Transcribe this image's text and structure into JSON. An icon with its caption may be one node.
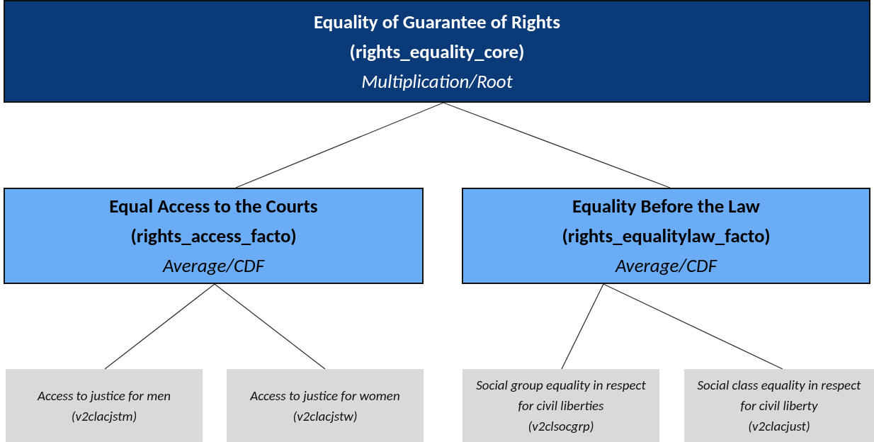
{
  "diagram": {
    "nodes": [
      {
        "text": [
          "Equality of Guarantee of Rights",
          "(rights_equality_core)",
          "Multiplication/Root"
        ]
      },
      {
        "text": [
          "Equal Access to the Courts",
          "(rights_access_facto)",
          "Average/CDF"
        ]
      },
      {
        "text": [
          "Equality Before the Law",
          "(rights_equalitylaw_facto)",
          "Average/CDF"
        ]
      },
      {
        "text": [
          "Access to justice for men",
          "(v2clacjstm)"
        ]
      },
      {
        "text": [
          "Access to justice for women",
          "(v2clacjstw)"
        ]
      },
      {
        "text": [
          "Social group equality in respect for civil liberties",
          "(v2clsocgrp)"
        ]
      },
      {
        "text": [
          "Social class equality in respect for civil liberty",
          "(v2clacjust)"
        ]
      }
    ],
    "edges": [
      {
        "from": 0,
        "to": 1,
        "arrow": "none"
      },
      {
        "from": 0,
        "to": 2,
        "arrow": "none"
      },
      {
        "from": 1,
        "to": 3,
        "arrow": "none"
      },
      {
        "from": 1,
        "to": 4,
        "arrow": "none"
      },
      {
        "from": 2,
        "to": 5,
        "arrow": "none"
      },
      {
        "from": 2,
        "to": 6,
        "arrow": "none"
      }
    ]
  }
}
